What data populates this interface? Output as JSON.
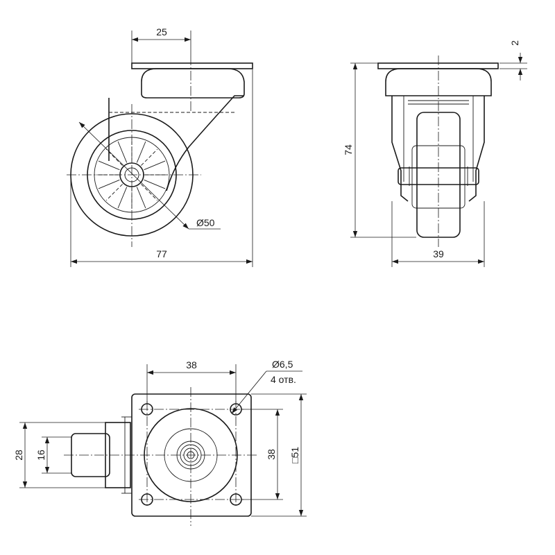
{
  "dimensions": {
    "plate_offset": "25",
    "wheel_diameter": "Ø50",
    "total_length": "77",
    "plate_thickness": "2",
    "total_height": "74",
    "total_width": "39",
    "hole_spacing_x": "38",
    "hole_diameter": "Ø6,5",
    "hole_count": "4 отв.",
    "hole_spacing_y": "38",
    "plate_square": "□51",
    "wheel_outer_width": "28",
    "wheel_inner_width": "16"
  }
}
